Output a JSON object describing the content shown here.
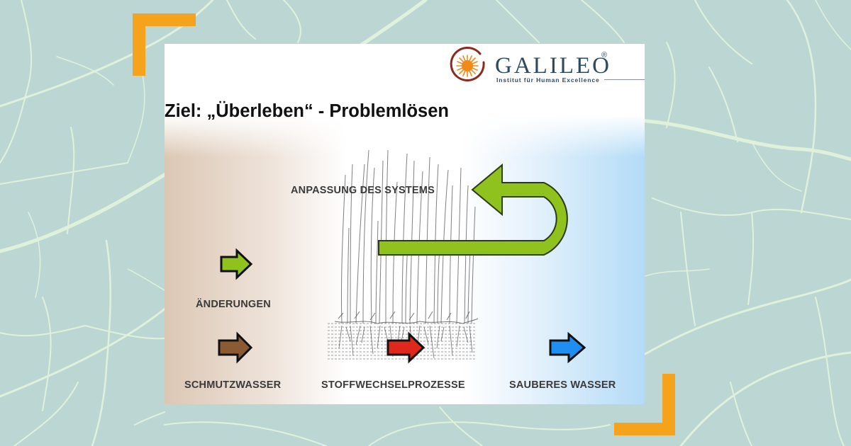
{
  "background": {
    "texture": "leaf-vein-texture",
    "base_color": "#bcd6d4",
    "vein_color": "#e4f4df",
    "bracket_color": "#f5a31c"
  },
  "logo": {
    "icon": "sun-in-ring-icon",
    "ring_color": "#8b2a1e",
    "sun_color": "#f08a1c",
    "wordmark": "GALILEO",
    "registered": "®",
    "tagline": "Institut für Human Excellence"
  },
  "slide": {
    "title": "Ziel: „Überleben“ - Problemlösen",
    "gradient": {
      "left": "#dcc7b4",
      "center": "#ffffff",
      "right": "#b3dbf6"
    }
  },
  "diagram": {
    "loop_arrow": {
      "label": "ANPASSUNG DES SYSTEMS",
      "color": "#8fc21c",
      "icon": "u-turn-arrow-icon"
    },
    "changes": {
      "label": "ÄNDERUNGEN",
      "arrow_color": "#8fc21c",
      "icon": "right-arrow-icon"
    },
    "flow": [
      {
        "label": "SCHMUTZWASSER",
        "arrow_color": "#8b5a32",
        "icon": "right-arrow-icon"
      },
      {
        "label": "STOFFWECHSELPROZESSE",
        "arrow_color": "#e0271b",
        "icon": "right-arrow-icon"
      },
      {
        "label": "SAUBERES WASSER",
        "arrow_color": "#1e8ef0",
        "icon": "right-arrow-icon"
      }
    ],
    "illustration": "reed-bed-illustration"
  }
}
